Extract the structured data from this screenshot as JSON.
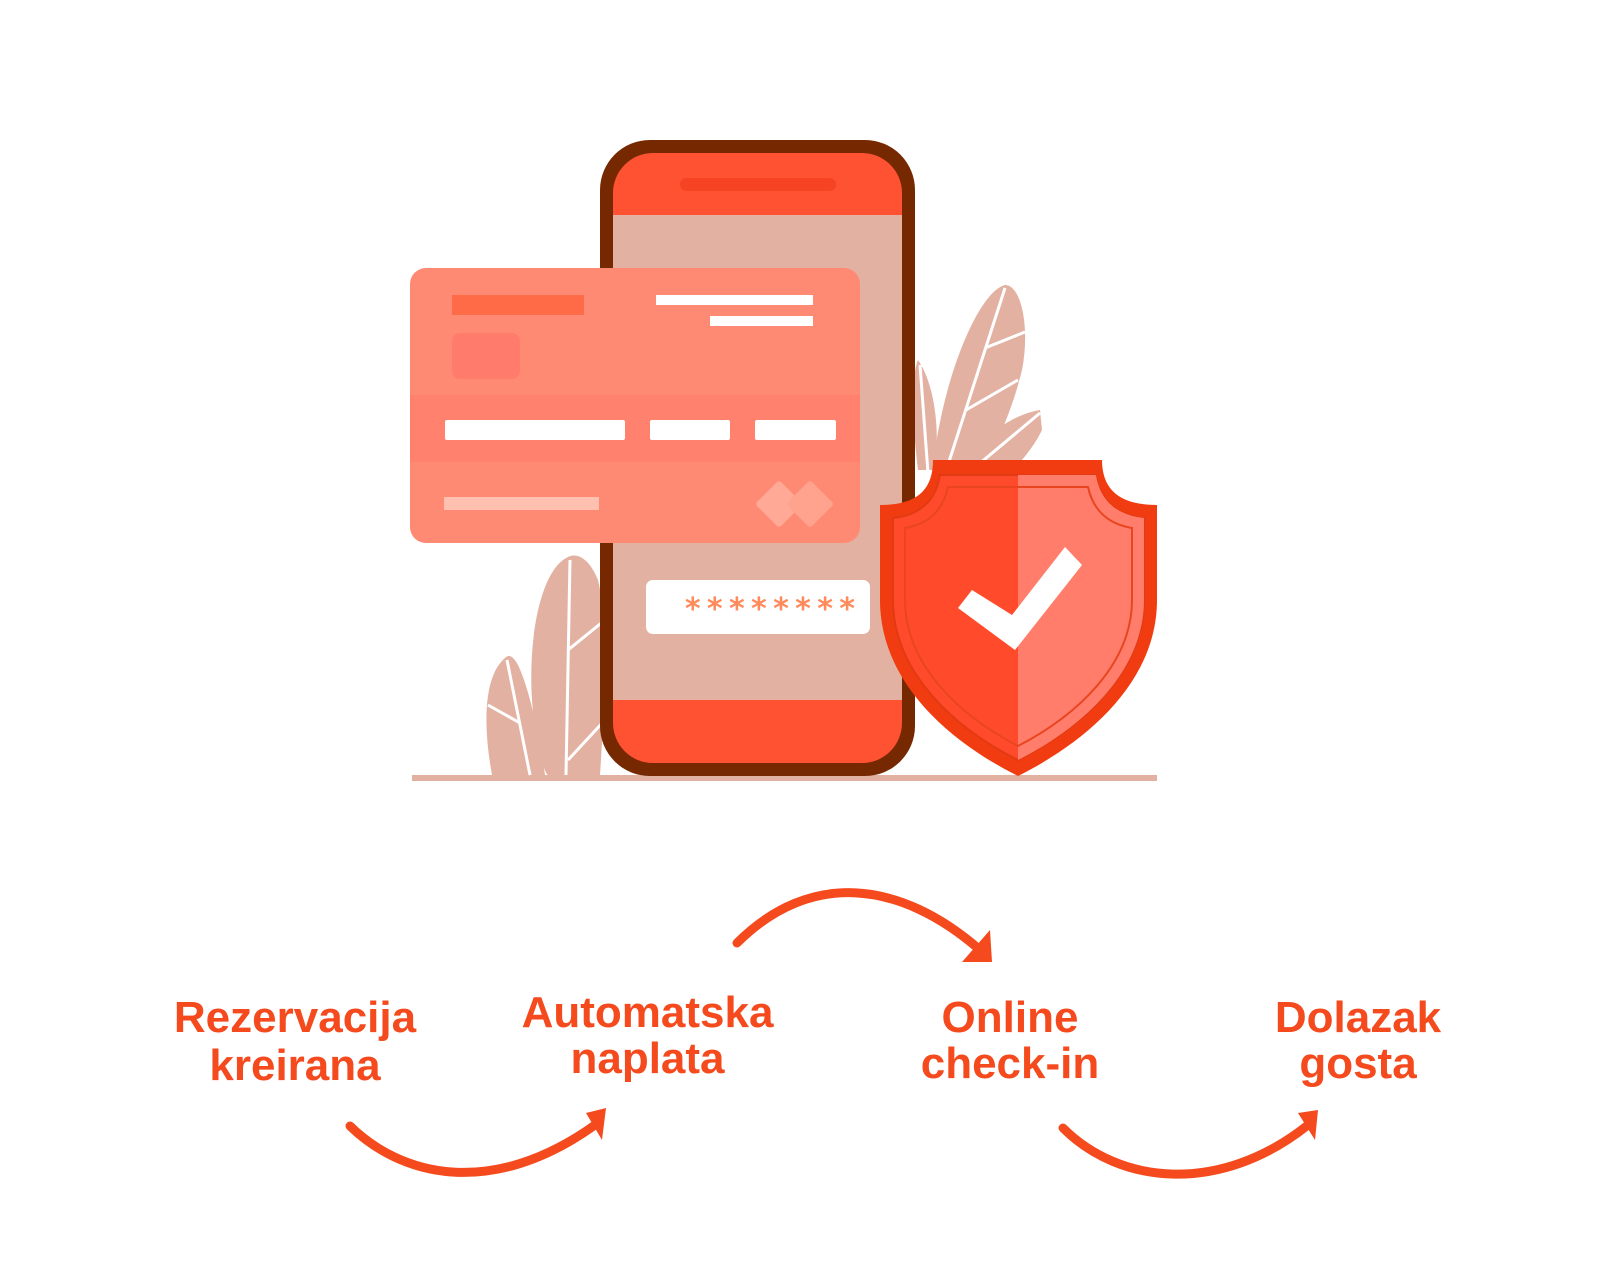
{
  "illustration": {
    "subject": "phone-with-payment-card-and-security-shield",
    "password_mask": "********",
    "colors": {
      "accent": "#F44A1E",
      "phone_frame": "#762800",
      "phone_bar": "#FF5233",
      "phone_screen": "#E2B1A2",
      "card": "#FF8A73",
      "card_stripe": "#FF816E",
      "shield_dark": "#FF4B2C",
      "shield_light": "#FF7D6A",
      "shield_rim": "#F03C10",
      "leaf": "#E2B1A2",
      "ground": "#E2B1A2",
      "asterisk": "#FF8A5C"
    }
  },
  "flow": {
    "steps": [
      {
        "line1": "Rezervacija",
        "line2": "kreirana"
      },
      {
        "line1": "Automatska",
        "line2": "naplata"
      },
      {
        "line1": "Online",
        "line2": "check-in"
      },
      {
        "line1": "Dolazak",
        "line2": "gosta"
      }
    ],
    "arrows": [
      {
        "from": 0,
        "to": 1,
        "position": "below"
      },
      {
        "from": 1,
        "to": 2,
        "position": "above"
      },
      {
        "from": 2,
        "to": 3,
        "position": "below"
      }
    ]
  }
}
